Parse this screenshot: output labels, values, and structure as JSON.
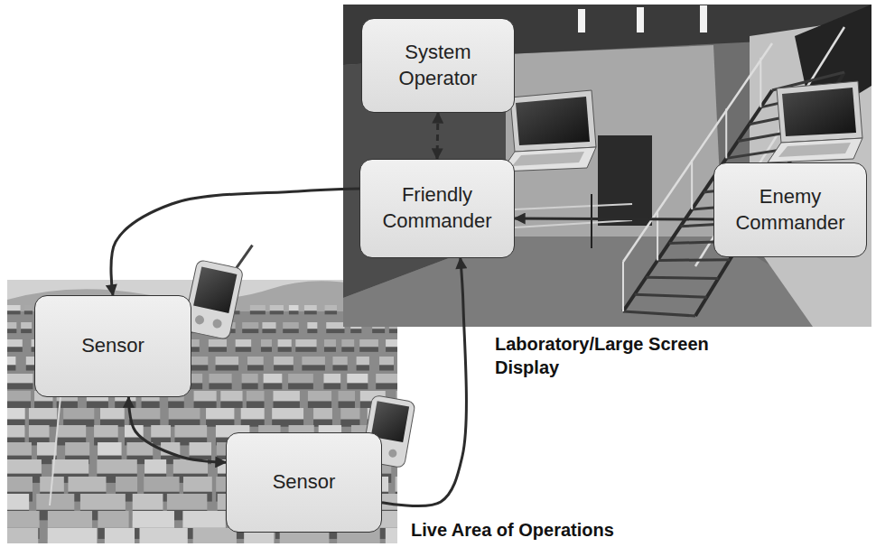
{
  "diagram": {
    "nodes": [
      {
        "text": [
          "System Operator"
        ]
      },
      {
        "text": [
          "Friendly Commander"
        ]
      },
      {
        "text": [
          "Enemy Commander"
        ]
      },
      {
        "text": [
          "Sensor"
        ]
      },
      {
        "text": [
          "Sensor"
        ]
      }
    ],
    "edges": [
      {
        "from": 0,
        "to": 1,
        "arrow": "both"
      },
      {
        "from": 1,
        "to": 3,
        "arrow": "to"
      },
      {
        "from": 2,
        "to": 1,
        "arrow": "to"
      },
      {
        "from": 4,
        "to": 1,
        "arrow": "to"
      },
      {
        "from": 3,
        "to": 4,
        "arrow": "both"
      }
    ],
    "labels": [
      "Laboratory/Large Screen Display",
      "Live Area of Operations"
    ]
  }
}
